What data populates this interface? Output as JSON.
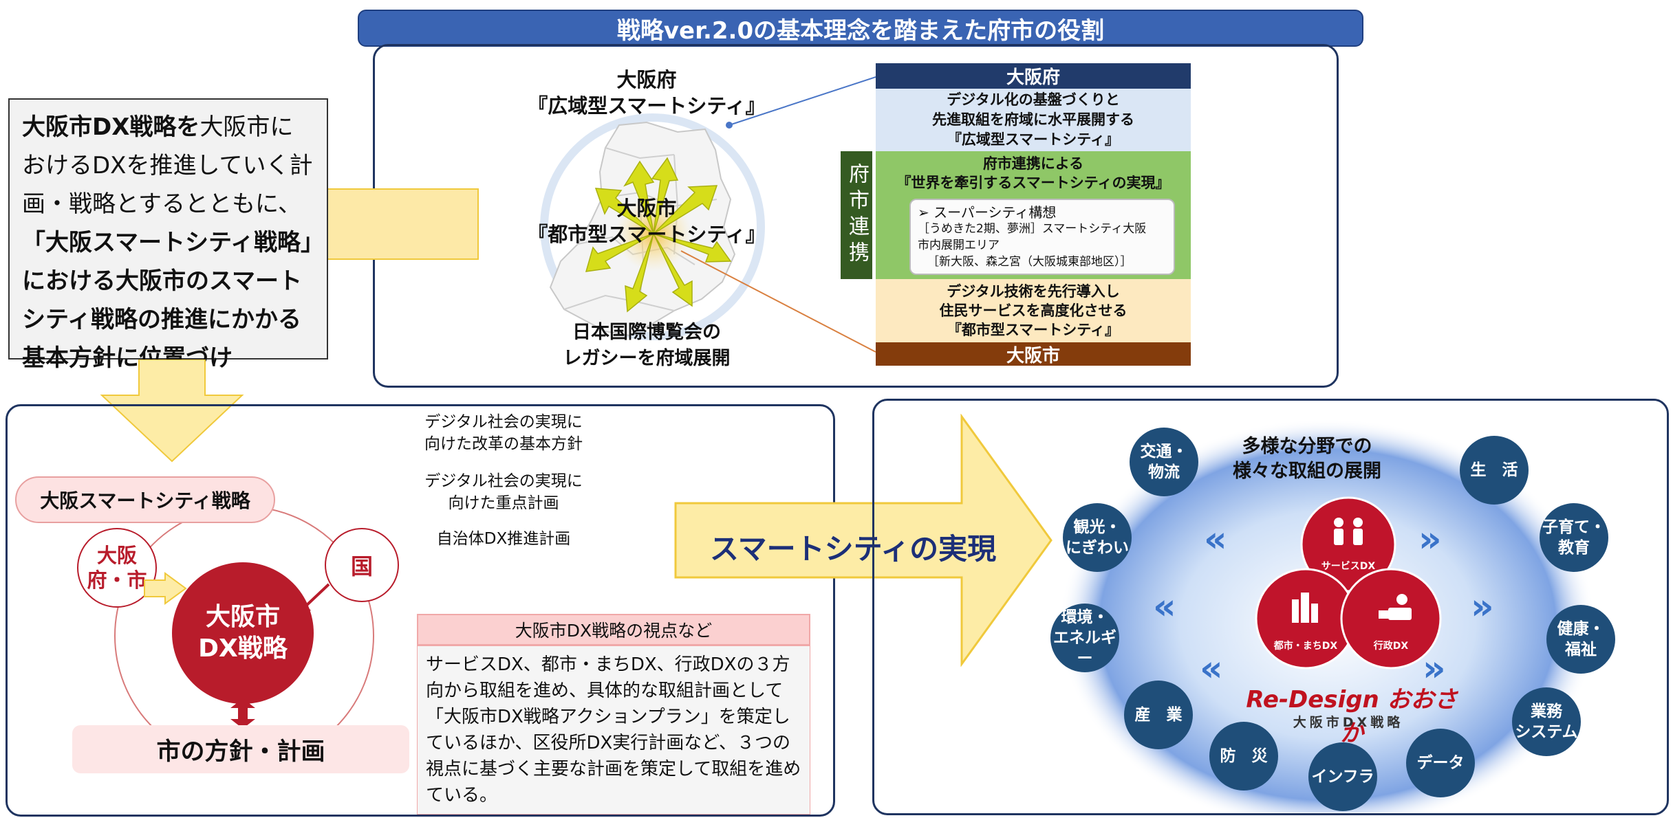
{
  "top_title": "戦略ver.2.0の基本理念を踏まえた府市の役割",
  "left_note": {
    "bold1": "大阪市DX戦略を",
    "text1": "大阪市におけるDXを推進していく計画・戦略とするとともに、",
    "bold2": "「大阪スマートシティ戦略」における大阪市のスマートシティ戦略の推進にかかる基本方針に位置づけ"
  },
  "map": {
    "pref_line1": "大阪府",
    "pref_line2": "『広域型スマートシティ』",
    "city_line1": "大阪市",
    "city_line2": "『都市型スマートシティ』",
    "expo_line1": "日本国際博覧会の",
    "expo_line2": "レガシーを府域展開"
  },
  "roles": {
    "pref_head": "大阪府",
    "pref_body": [
      "デジタル化の基盤づくりと",
      "先進取組を府域に水平展開する",
      "『広域型スマートシティ』"
    ],
    "coop_side": "府市連携",
    "coop_body": [
      "府市連携による",
      "『世界を牽引するスマートシティの実現』"
    ],
    "coop_inner": {
      "line1": "➢ スーパーシティ構想",
      "line2": "［うめきた2期、夢洲］スマートシティ大阪",
      "line3": "市内展開エリア",
      "line4": "［新大阪、森之宮（大阪城東部地区）］"
    },
    "city_body": [
      "デジタル技術を先行導入し",
      "住民サービスを高度化させる",
      "『都市型スマートシティ』"
    ],
    "city_head": "大阪市"
  },
  "bottom_left": {
    "osc_label": "大阪スマートシティ戦略",
    "pref_circle": [
      "大阪",
      "府・市"
    ],
    "koku": "国",
    "dx_circle": [
      "大阪市",
      "DX戦略"
    ],
    "policy": "市の方針・計画",
    "plans": [
      [
        "デジタル社会の実現に",
        "向けた改革の基本方針"
      ],
      [
        "デジタル社会の実現に",
        "向けた重点計画"
      ],
      [
        "自治体DX推進計画"
      ]
    ],
    "viewpoint_head": "大阪市DX戦略の視点など",
    "viewpoint_body": "サービスDX、都市・まちDX、行政DXの３方向から取組を進め、具体的な取組計画として「大阪市DX戦略アクションプラン」を策定しているほか、区役所DX実行計画など、３つの視点に基づく主要な計画を策定して取組を進めている。"
  },
  "smart_city": "スマートシティの実現",
  "bottom_right": {
    "diverse": [
      "多様な分野での",
      "様々な取組の展開"
    ],
    "fields": [
      [
        "交通・",
        "物流"
      ],
      [
        "生　活"
      ],
      [
        "観光・",
        "にぎわい"
      ],
      [
        "子育て・",
        "教育"
      ],
      [
        "環境・",
        "エネルギー"
      ],
      [
        "健康・",
        "福祉"
      ],
      [
        "産　業"
      ],
      [
        "業務",
        "システム"
      ],
      [
        "防　災"
      ],
      [
        "データ"
      ],
      [
        "インフラ"
      ]
    ],
    "dx": {
      "service": "サービスDX",
      "city": "都市・まちDX",
      "admin": "行政DX"
    },
    "redesign": "Re-Design おおさか",
    "redesign_sub": "大阪市DX戦略"
  },
  "colors": {
    "title_bar": "#3a64b3",
    "pref_blue": "#213b6b",
    "coop_green": "#8fc767",
    "city_brown": "#843c0c",
    "dx_red": "#b81c2b",
    "field_navy": "#1f4e79",
    "arrow_yellow": "#fdeca6"
  },
  "icons": {
    "service": "people-icon",
    "city": "buildings-icon",
    "admin": "office-worker-icon"
  }
}
